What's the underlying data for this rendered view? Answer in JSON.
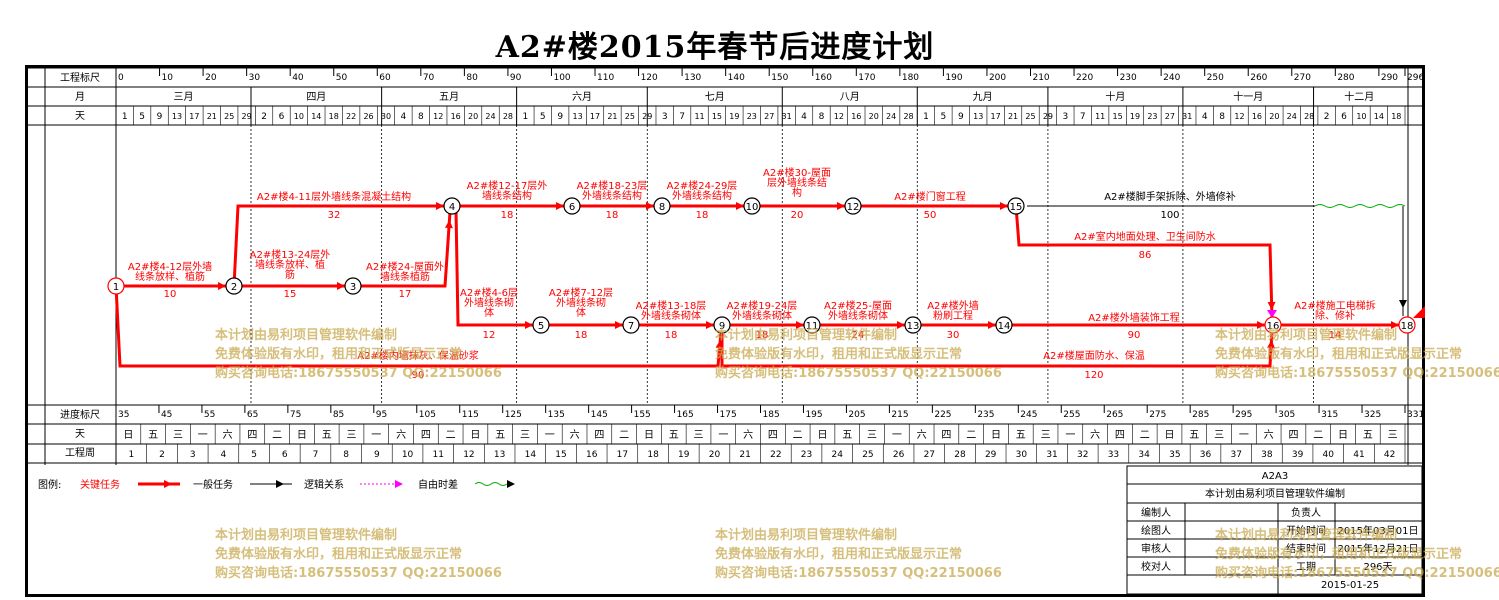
{
  "title": "A2#楼2015年春节后进度计划",
  "header": {
    "scale_label": "工程标尺",
    "month_label": "月",
    "day_label": "天",
    "scale_ticks": [
      "0",
      "10",
      "20",
      "30",
      "40",
      "50",
      "60",
      "70",
      "80",
      "90",
      "100",
      "110",
      "120",
      "130",
      "140",
      "150",
      "160",
      "170",
      "180",
      "190",
      "200",
      "210",
      "220",
      "230",
      "240",
      "250",
      "260",
      "270",
      "280",
      "290",
      "296"
    ],
    "months": [
      "三月",
      "四月",
      "五月",
      "六月",
      "七月",
      "八月",
      "九月",
      "十月",
      "十一月",
      "十二月"
    ],
    "days": [
      "1",
      "5",
      "9",
      "13",
      "17",
      "21",
      "25",
      "29",
      "2",
      "6",
      "10",
      "14",
      "18",
      "22",
      "26",
      "30",
      "4",
      "8",
      "12",
      "16",
      "20",
      "24",
      "28",
      "1",
      "5",
      "9",
      "13",
      "17",
      "21",
      "25",
      "29",
      "3",
      "7",
      "11",
      "15",
      "19",
      "23",
      "27",
      "31",
      "4",
      "8",
      "12",
      "16",
      "20",
      "24",
      "28",
      "1",
      "5",
      "9",
      "13",
      "17",
      "21",
      "25",
      "29",
      "3",
      "7",
      "11",
      "15",
      "19",
      "23",
      "27",
      "31",
      "4",
      "8",
      "12",
      "16",
      "20",
      "24",
      "28",
      "2",
      "6",
      "10",
      "14",
      "18"
    ]
  },
  "footer": {
    "progress_label": "进度标尺",
    "day_label": "天",
    "week_label": "工程周",
    "progress_ticks": [
      "35",
      "45",
      "55",
      "65",
      "75",
      "85",
      "95",
      "105",
      "115",
      "125",
      "135",
      "145",
      "155",
      "165",
      "175",
      "185",
      "195",
      "205",
      "215",
      "225",
      "235",
      "245",
      "255",
      "265",
      "275",
      "285",
      "295",
      "305",
      "315",
      "325",
      "331"
    ],
    "weekdays": [
      "日",
      "五",
      "三",
      "一",
      "六",
      "四",
      "二",
      "日",
      "五",
      "三",
      "一",
      "六",
      "四",
      "二",
      "日",
      "五",
      "三",
      "一",
      "六",
      "四",
      "二",
      "日",
      "五",
      "三",
      "一",
      "六",
      "四",
      "二",
      "日",
      "五",
      "三",
      "一",
      "六",
      "四",
      "二",
      "日",
      "五",
      "三",
      "一",
      "六",
      "四",
      "二",
      "日",
      "五",
      "三",
      "一",
      "六",
      "四",
      "二",
      "日",
      "五",
      "三"
    ],
    "weeks": [
      "1",
      "2",
      "3",
      "4",
      "5",
      "6",
      "7",
      "8",
      "9",
      "10",
      "11",
      "12",
      "13",
      "14",
      "15",
      "16",
      "17",
      "18",
      "19",
      "20",
      "21",
      "22",
      "23",
      "24",
      "25",
      "26",
      "27",
      "28",
      "29",
      "30",
      "31",
      "32",
      "33",
      "34",
      "35",
      "36",
      "37",
      "38",
      "39",
      "40",
      "41",
      "42"
    ]
  },
  "nodes": [
    "1",
    "2",
    "3",
    "4",
    "5",
    "6",
    "7",
    "8",
    "9",
    "10",
    "11",
    "12",
    "13",
    "14",
    "15",
    "16",
    "18"
  ],
  "tasks": [
    {
      "label": "A2#楼4-12层外墙\n线条放样、植筋",
      "dur": "10"
    },
    {
      "label": "A2#楼4-11层外墙线条混凝土结构",
      "dur": "32"
    },
    {
      "label": "A2#楼13-24层外\n墙线条放样、植\n筋",
      "dur": "15"
    },
    {
      "label": "A2#楼24-屋面外\n墙线条植筋",
      "dur": "17"
    },
    {
      "label": "A2#楼12-17层外\n墙线条结构",
      "dur": "18"
    },
    {
      "label": "A2#楼18-23层\n外墙线条结构",
      "dur": "18"
    },
    {
      "label": "A2#楼24-29层\n外墙线条结构",
      "dur": "18"
    },
    {
      "label": "A2#楼30-屋面\n层外墙线条结\n构",
      "dur": "20"
    },
    {
      "label": "A2#楼门窗工程",
      "dur": "50"
    },
    {
      "label": "A2#楼脚手架拆除、外墙修补",
      "dur": "100"
    },
    {
      "label": "A2#室内地面处理、卫生间防水",
      "dur": "86"
    },
    {
      "label": "A2#楼4-6层\n外墙线条砌\n体",
      "dur": "12"
    },
    {
      "label": "A2#楼7-12层\n外墙线条砌\n体",
      "dur": "18"
    },
    {
      "label": "A2#楼13-18层\n外墙线条砌体",
      "dur": "18"
    },
    {
      "label": "A2#楼19-24层\n外墙线条砌体",
      "dur": "18"
    },
    {
      "label": "A2#楼25-屋面\n外墙线条砌体",
      "dur": "24"
    },
    {
      "label": "A2#楼外墙\n粉刷工程",
      "dur": "30"
    },
    {
      "label": "A2#楼外墙装饰工程",
      "dur": "90"
    },
    {
      "label": "A2#楼施工电梯拆\n除、修补",
      "dur": "14"
    },
    {
      "label": "A2#楼内墙抹灰、保温砂浆",
      "dur": "90"
    },
    {
      "label": "A2#楼屋面防水、保温",
      "dur": "120"
    }
  ],
  "legend": {
    "label": "图例:",
    "critical": "关键任务",
    "normal": "一般任务",
    "logic": "逻辑关系",
    "float": "自由时差"
  },
  "titleblock": {
    "project": "A2A3",
    "subtitle": "本计划由易利项目管理软件编制",
    "compiler": "编制人",
    "manager": "负责人",
    "drawer": "绘图人",
    "start_label": "开始时间",
    "start_value": "2015年03月01日",
    "reviewer": "审核人",
    "end_label": "结束时间",
    "end_value": "2015年12月21日",
    "checker": "校对人",
    "duration_label": "工期",
    "duration_value": "296天",
    "date": "2015-01-25"
  },
  "watermark": {
    "line1": "本计划由易利项目管理软件编制",
    "line2": "免费体验版有水印，租用和正式版显示正常",
    "line3": "购买咨询电话:18675550537 QQ:22150066"
  },
  "colors": {
    "critical": "#ff0000",
    "normal": "#000000",
    "float": "#00aa00",
    "free": "#ff00ff",
    "watermark": "#c8aa50"
  }
}
